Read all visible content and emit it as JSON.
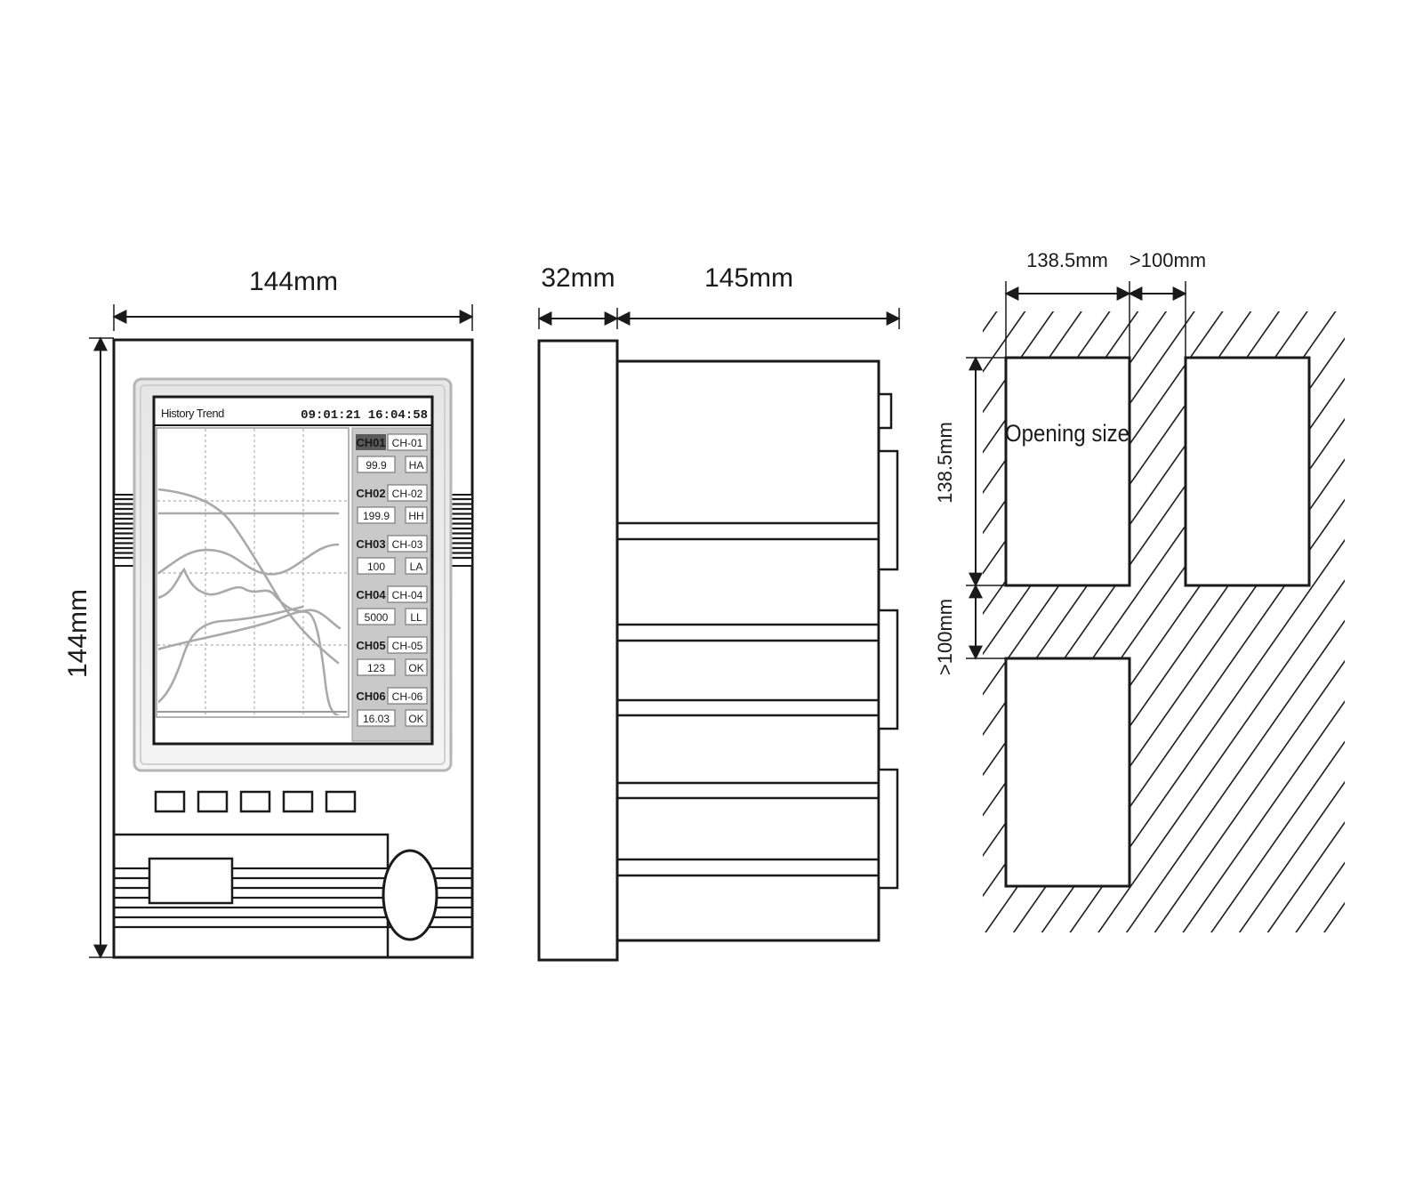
{
  "front_view": {
    "width_label": "144mm",
    "height_label": "144mm",
    "screen": {
      "title": "History Trend",
      "datetime": "09:01:21 16:04:58",
      "channels": [
        {
          "id": "CH01",
          "tag": "CH-01",
          "value": "99.9",
          "status": "HA"
        },
        {
          "id": "CH02",
          "tag": "CH-02",
          "value": "199.9",
          "status": "HH"
        },
        {
          "id": "CH03",
          "tag": "CH-03",
          "value": "100",
          "status": "LA"
        },
        {
          "id": "CH04",
          "tag": "CH-04",
          "value": "5000",
          "status": "LL"
        },
        {
          "id": "CH05",
          "tag": "CH-05",
          "value": "123",
          "status": "OK"
        },
        {
          "id": "CH06",
          "tag": "CH-06",
          "value": "16.03",
          "status": "OK"
        }
      ]
    }
  },
  "side_view": {
    "bezel_depth_label": "32mm",
    "body_depth_label": "145mm"
  },
  "panel_cutout": {
    "opening_width_label": "138.5mm",
    "horizontal_gap_label": ">100mm",
    "opening_height_label": "138.5mm",
    "vertical_gap_label": ">100mm",
    "opening_label": "Opening size"
  },
  "colors": {
    "line": "#1a1a1a",
    "screen_bg": "#ffffff",
    "panel_bg": "#c9c9c9",
    "highlight_tag": "#5a5a5a",
    "trend": "#a9a9a9"
  }
}
